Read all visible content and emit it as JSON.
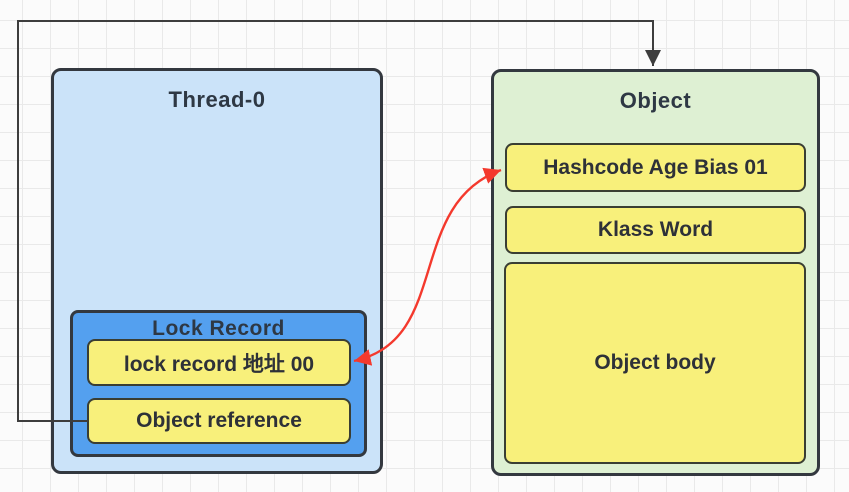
{
  "thread": {
    "title": "Thread-0",
    "lock_record": {
      "title": "Lock Record",
      "cells": {
        "lock_record_address": "lock record 地址 00",
        "object_reference": "Object reference"
      }
    }
  },
  "object": {
    "title": "Object",
    "cells": {
      "mark_word": "Hashcode Age Bias 01",
      "klass_word": "Klass Word",
      "object_body": "Object body"
    }
  },
  "connectors": {
    "object_reference_to_object": {
      "from": "Object reference",
      "to": "Object",
      "style": "polyline",
      "color": "#3d3d3d",
      "arrowheads": "end"
    },
    "mark_word_swap": {
      "from": "lock record 地址 00",
      "to": "Hashcode Age Bias 01",
      "style": "curve",
      "color": "#f4392d",
      "arrowheads": "both"
    }
  },
  "colors": {
    "thread_fill": "#cbe3f9",
    "lock_record_fill": "#54a0ef",
    "cell_fill": "#f8f07b",
    "object_fill": "#def0d3",
    "box_border": "#33383f",
    "black_arrow": "#3d3d3d",
    "red_arrow": "#f4392d",
    "grid_line": "#e9e9e9",
    "background": "#fbfbfb"
  }
}
